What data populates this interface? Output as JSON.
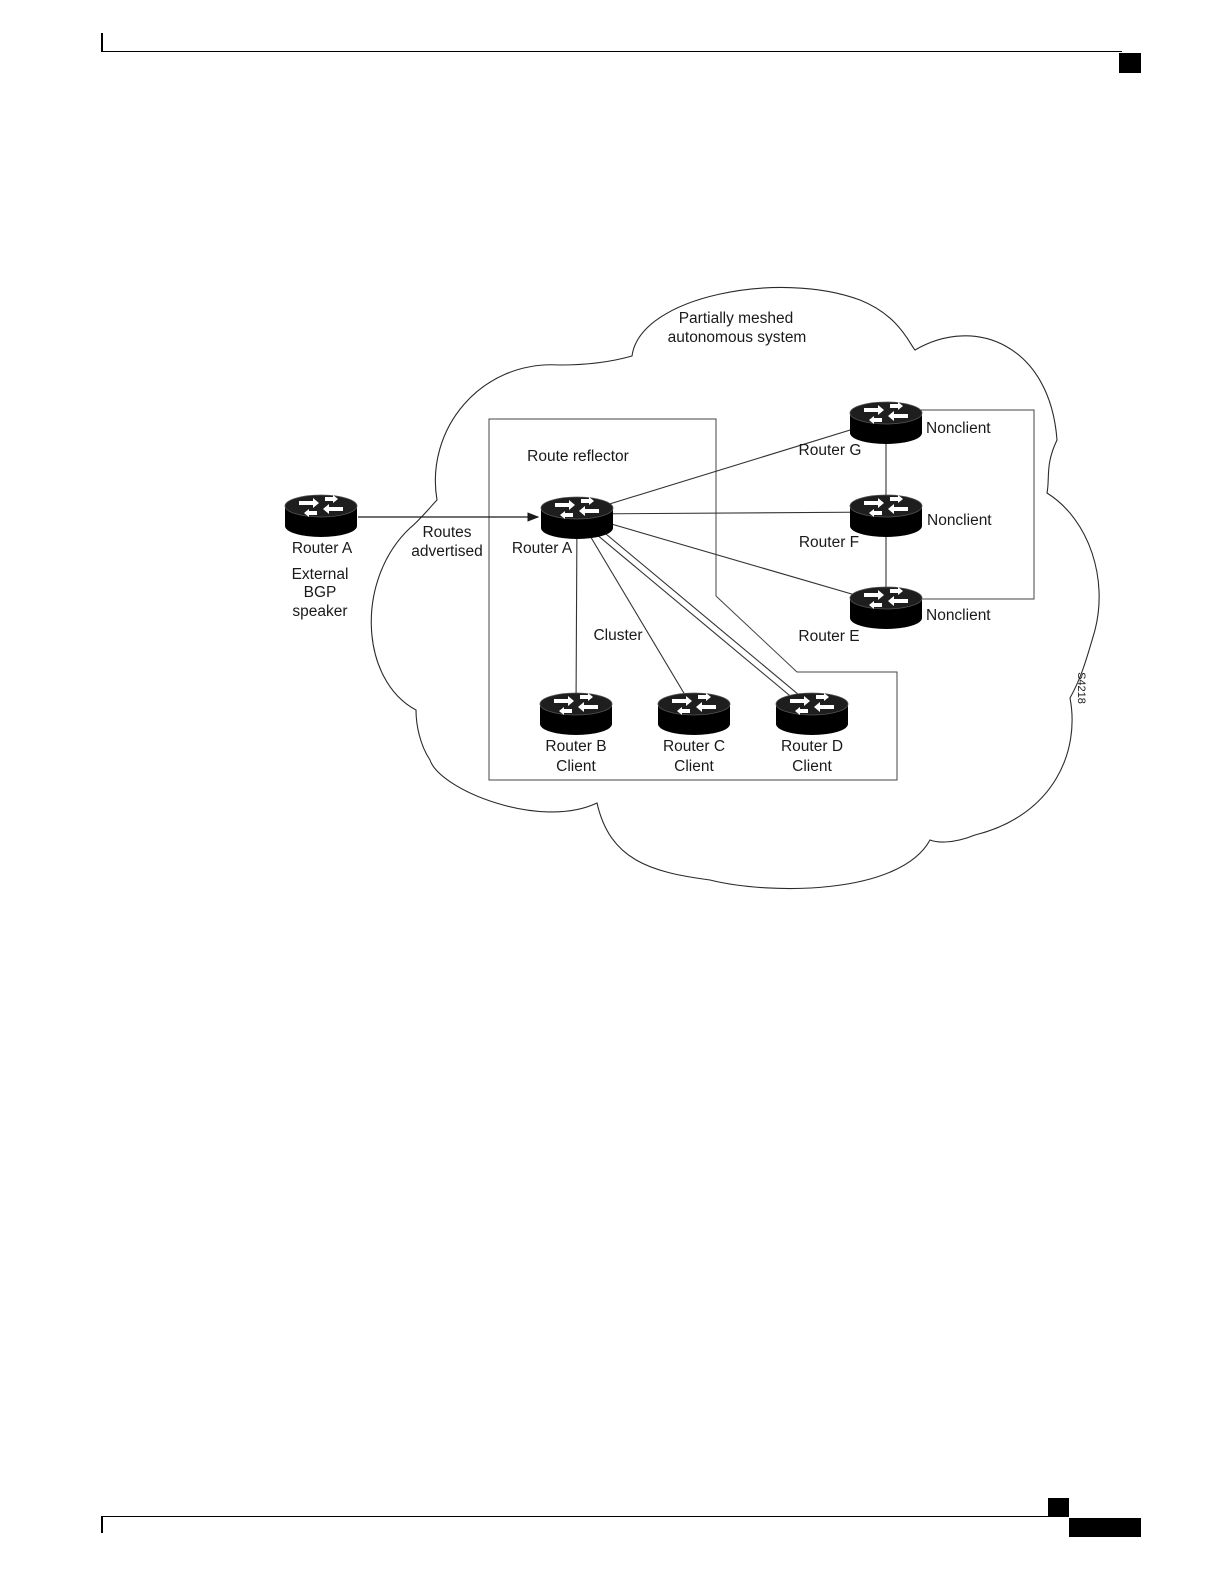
{
  "diagram": {
    "cloud_title": [
      "Partially meshed",
      "autonomous system"
    ],
    "route_reflector_label": "Route reflector",
    "cluster_label": "Cluster",
    "routes_advertised_label": [
      "Routes",
      "advertised"
    ],
    "external_speaker": {
      "name": "Router A",
      "role": [
        "External",
        "BGP",
        "speaker"
      ]
    },
    "reflector": {
      "name": "Router A"
    },
    "clients": [
      {
        "name": "Router B",
        "role": "Client"
      },
      {
        "name": "Router C",
        "role": "Client"
      },
      {
        "name": "Router D",
        "role": "Client"
      }
    ],
    "nonclients": [
      {
        "name": "Router G",
        "role": "Nonclient"
      },
      {
        "name": "Router F",
        "role": "Nonclient"
      },
      {
        "name": "Router E",
        "role": "Nonclient"
      }
    ],
    "figure_id": "S4218"
  },
  "colors": {
    "line": "#333333",
    "router_top": "#1e1e1e",
    "router_side": "#000000",
    "router_arrow": "#ffffff"
  }
}
